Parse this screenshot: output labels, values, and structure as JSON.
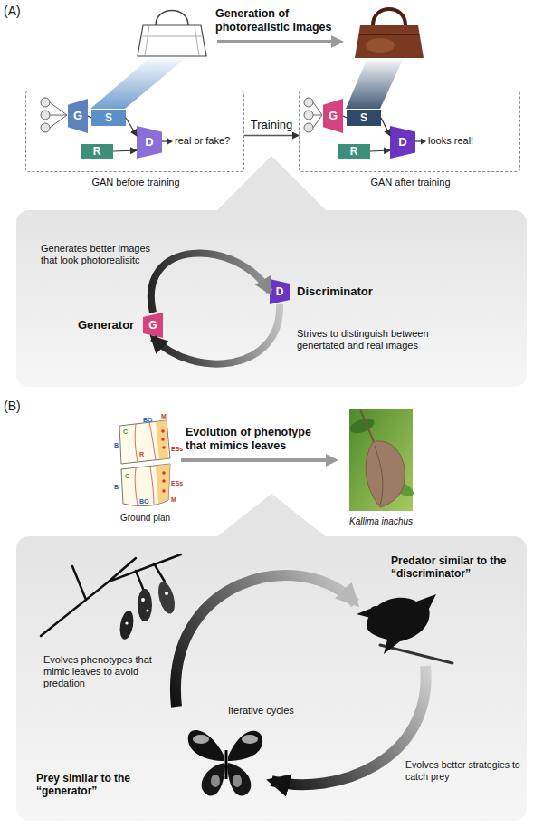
{
  "diagram": {
    "nodes": [
      {
        "text": [
          "GAN before training"
        ]
      },
      {
        "text": [
          "G"
        ],
        "in": 0
      },
      {
        "text": [
          "S"
        ],
        "in": 0
      },
      {
        "text": [
          "R"
        ],
        "in": 0
      },
      {
        "text": [
          "D"
        ],
        "in": 0
      },
      {
        "text": [
          "GAN after training"
        ]
      },
      {
        "text": [
          "G"
        ],
        "in": 5
      },
      {
        "text": [
          "S"
        ],
        "in": 5
      },
      {
        "text": [
          "R"
        ],
        "in": 5
      },
      {
        "text": [
          "D"
        ],
        "in": 5
      },
      {
        "text": [
          "D",
          "Discriminator"
        ]
      },
      {
        "text": [
          "G",
          "Generator"
        ]
      }
    ],
    "edges": [
      {
        "from": 1,
        "to": 2,
        "arrow": "none"
      },
      {
        "from": 2,
        "to": 4,
        "arrow": "to"
      },
      {
        "from": 3,
        "to": 4,
        "arrow": "to"
      },
      {
        "from": 6,
        "to": 7,
        "arrow": "none"
      },
      {
        "from": 7,
        "to": 9,
        "arrow": "to"
      },
      {
        "from": 8,
        "to": 9,
        "arrow": "to"
      },
      {
        "from": 0,
        "to": 5,
        "label": "Training",
        "arrow": "to"
      },
      {
        "from": 11,
        "to": 10,
        "arrow": "to"
      },
      {
        "from": 10,
        "to": 11,
        "arrow": "to"
      }
    ],
    "labels": [
      "(A)",
      "Generation of photorealistic images",
      "real or fake?",
      "looks real!",
      "Generates better images that look photorealisitc",
      "Strives to distinguish between genertated and real images",
      "(B)",
      "Evolution of phenotype that mimics leaves",
      "C",
      "BO",
      "M",
      "B",
      "R",
      "ESs",
      "C",
      "BO",
      "M",
      "B",
      "ESs",
      "Ground plan",
      "Kallima inachus",
      "Evolves phenotypes that mimic leaves to avoid predation",
      "Predator similar to the “discriminator”",
      "Iterative cycles",
      "Evolves better strategies to catch prey",
      "Prey similar to the “generator”"
    ]
  }
}
